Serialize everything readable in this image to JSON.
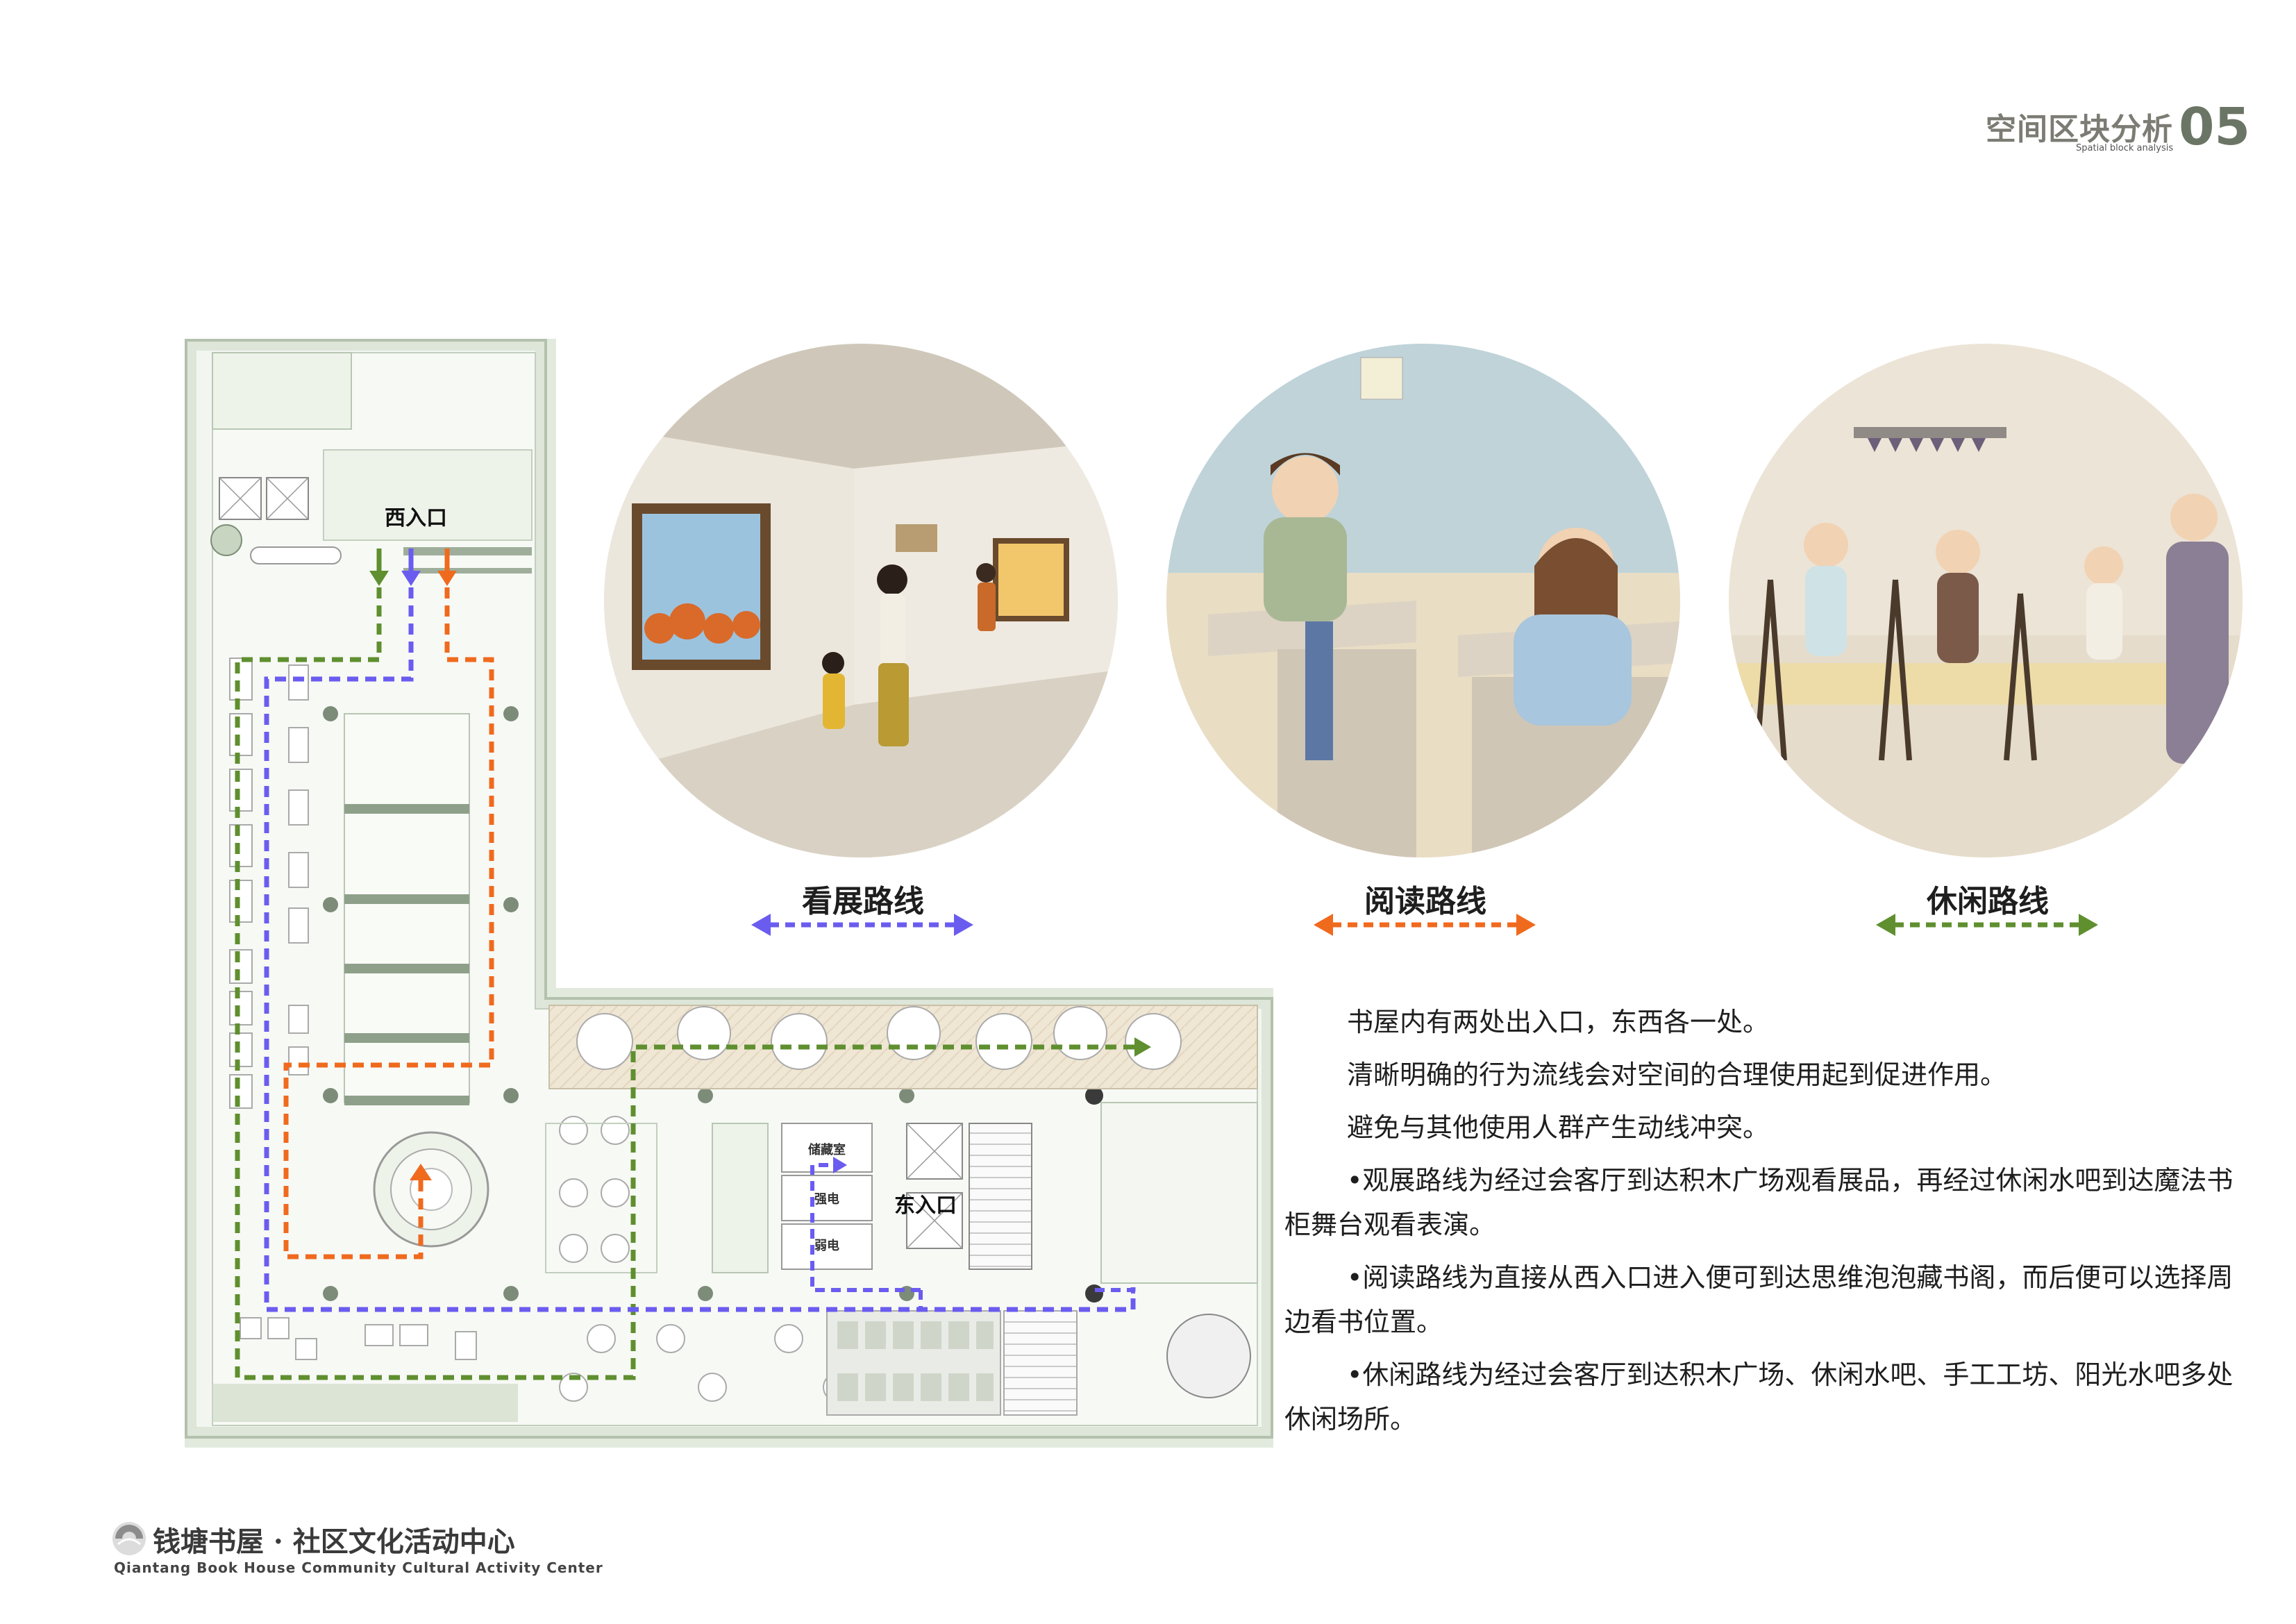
{
  "header": {
    "title": "空间区块分析",
    "subtitle": "Spatial block analysis",
    "number": "05"
  },
  "plan": {
    "west_entrance": "西入口",
    "east_entrance": "东入口",
    "rooms": {
      "storage": "储藏室",
      "strong_power": "强电",
      "weak_power": "弱电"
    }
  },
  "routes": [
    {
      "label": "看展路线",
      "color": "#6b5cf0"
    },
    {
      "label": "阅读路线",
      "color": "#f06a1e"
    },
    {
      "label": "休闲路线",
      "color": "#5f8f2f"
    }
  ],
  "description": [
    "书屋内有两处出入口，东西各一处。",
    "清晰明确的行为流线会对空间的合理使用起到促进作用。",
    "避免与其他使用人群产生动线冲突。",
    "•观展路线为经过会客厅到达积木广场观看展品，再经过休闲水吧到达魔法书柜舞台观看表演。",
    "•阅读路线为直接从西入口进入便可到达思维泡泡藏书阁，而后便可以选择周边看书位置。",
    "•休闲路线为经过会客厅到达积木广场、休闲水吧、手工工坊、阳光水吧多处休闲场所。"
  ],
  "footer": {
    "title_cn": "钱塘书屋 · 社区文化活动中心",
    "title_en": "Qiantang Book House Community Cultural Activity Center"
  }
}
